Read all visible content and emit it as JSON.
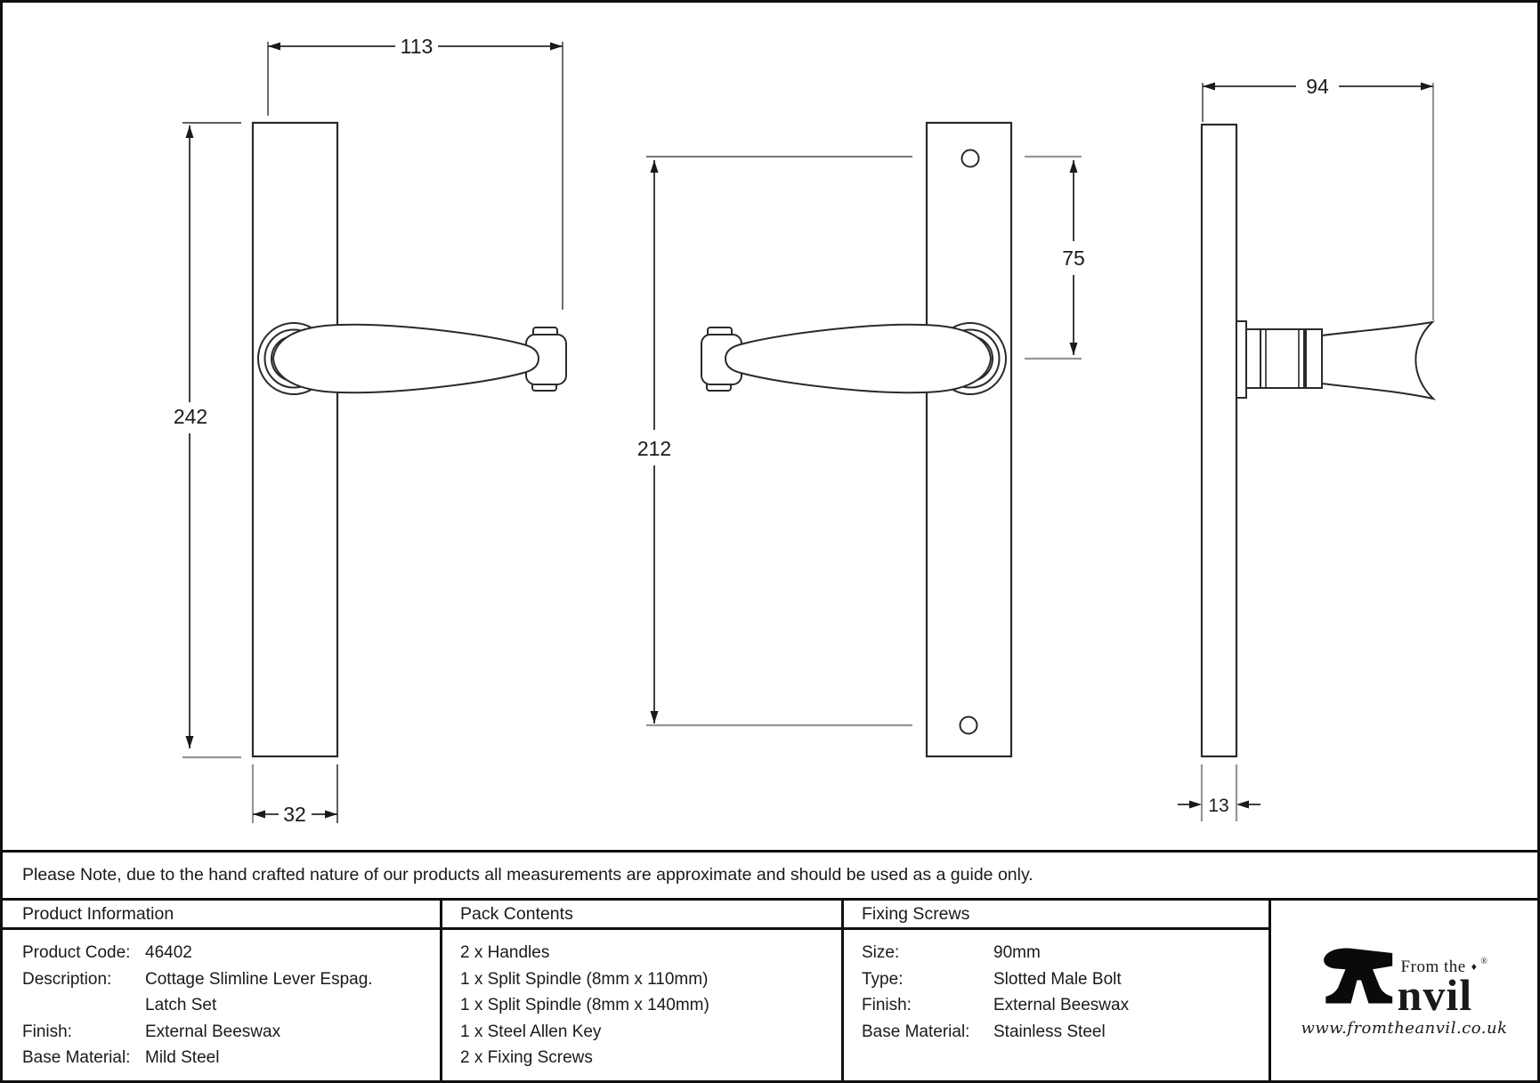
{
  "note": {
    "text": "Please Note, due to the hand crafted nature of our products all measurements are approximate and should be used as a guide only."
  },
  "drawing": {
    "labels": {
      "front_width": "113",
      "plate_height": "242",
      "plate_width": "32",
      "fixing_centres": "212",
      "fix_to_handle_centre": "75",
      "side_depth": "94",
      "plate_thickness": "13"
    }
  },
  "table": {
    "product_info": {
      "header": "Product Information",
      "rows": [
        {
          "label": "Product Code:",
          "value": "46402"
        },
        {
          "label": "Description:",
          "value": "Cottage Slimline Lever Espag."
        },
        {
          "label": "",
          "value": "Latch Set"
        },
        {
          "label": "Finish:",
          "value": "External Beeswax"
        },
        {
          "label": "Base Material:",
          "value": "Mild Steel"
        }
      ]
    },
    "pack_contents": {
      "header": "Pack Contents",
      "items": [
        "2 x Handles",
        "1 x Split Spindle (8mm x 110mm)",
        "1 x Split Spindle (8mm x 140mm)",
        "1 x Steel Allen Key",
        "2 x Fixing Screws"
      ]
    },
    "fixing_screws": {
      "header": "Fixing Screws",
      "rows": [
        {
          "label": "Size:",
          "value": "90mm"
        },
        {
          "label": "Type:",
          "value": "Slotted Male Bolt"
        },
        {
          "label": "Finish:",
          "value": "External Beeswax"
        },
        {
          "label": "Base Material:",
          "value": "Stainless Steel"
        }
      ]
    }
  },
  "logo": {
    "tagline": "From the",
    "diamond": "♦",
    "registered": "®",
    "name_rest": "nvil",
    "website": "www.fromtheanvil.co.uk"
  }
}
